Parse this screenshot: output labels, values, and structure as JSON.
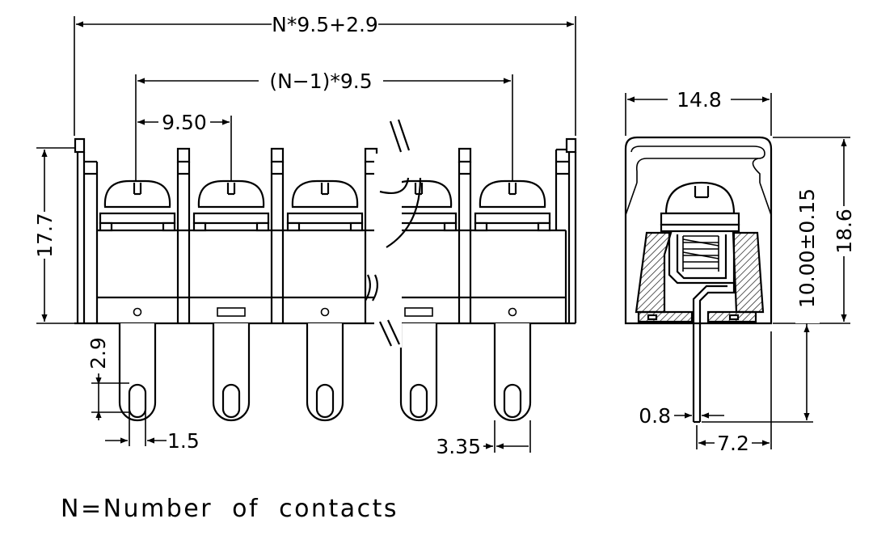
{
  "front_view": {
    "dim_overall_length": "N*9.5+2.9",
    "dim_pitch_span": "(N−1)*9.5",
    "dim_pitch": "9.50",
    "dim_height": "17.7",
    "dim_pin_offset": "2.9",
    "dim_slot_width": "1.5",
    "dim_tab_width": "3.35"
  },
  "side_view": {
    "dim_width": "14.8",
    "dim_pin_length": "10.00±0.15",
    "dim_height": "18.6",
    "dim_pin_thickness": "0.8",
    "dim_pin_offset": "7.2"
  },
  "note": "N=Number of contacts"
}
